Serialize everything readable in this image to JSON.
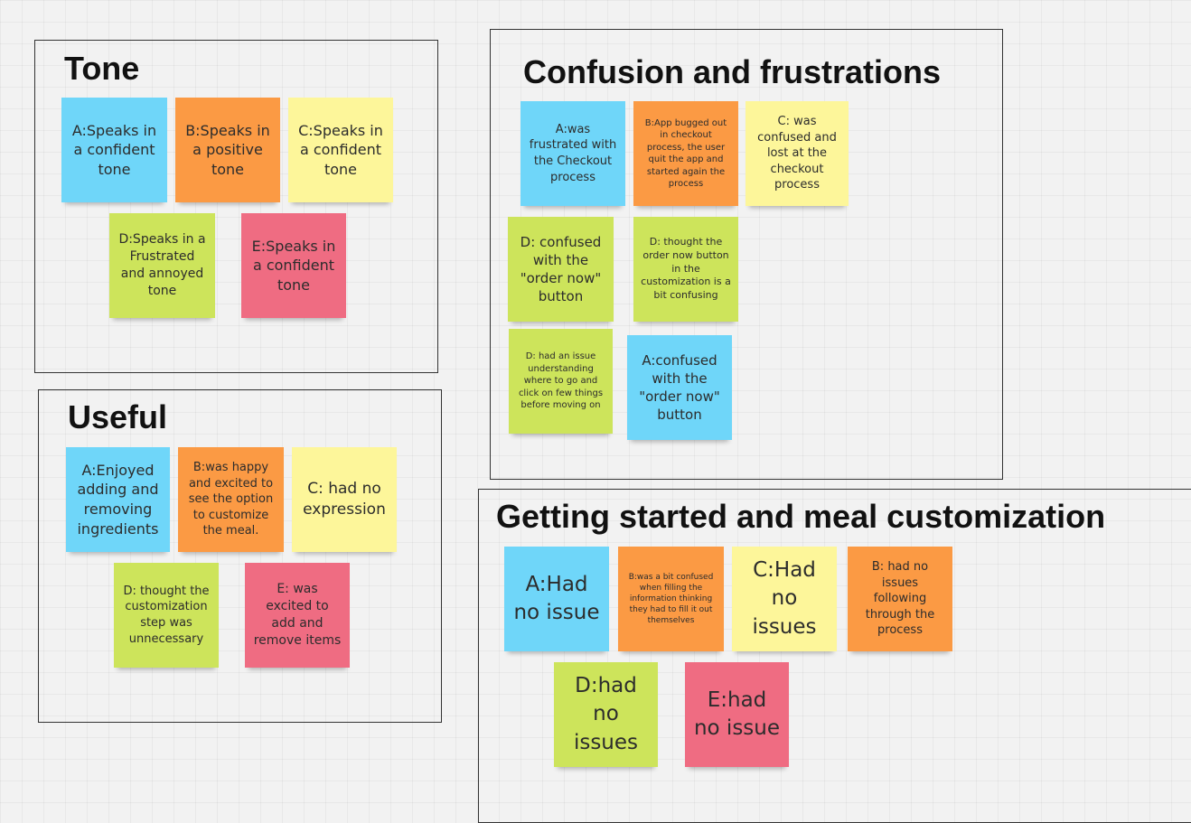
{
  "colors": {
    "blue": "#6fd6f9",
    "orange": "#fb9a44",
    "yellow": "#fdf69a",
    "green": "#cde45b",
    "pink": "#ef6c82",
    "frame_border": "#333333",
    "canvas_background": "#f2f2f2"
  },
  "tone": {
    "title": "Tone",
    "notes": [
      "A:Speaks in a confident tone",
      "B:Speaks in a positive tone",
      "C:Speaks in a confident tone",
      "D:Speaks in a Frustrated and annoyed tone",
      "E:Speaks in a confident tone"
    ]
  },
  "useful": {
    "title": "Useful",
    "notes": [
      "A:Enjoyed adding and removing ingredients",
      "B:was happy and excited to see the option to customize the meal.",
      "C: had no expression",
      "D: thought the customization step was unnecessary",
      "E: was excited to add and remove items"
    ]
  },
  "confusion": {
    "title": "Confusion and frustrations",
    "notes": [
      "A:was frustrated with the Checkout process",
      "B:App bugged out in checkout process, the user quit the app and started again the process",
      "C: was confused and lost at the checkout process",
      "D: confused with the \"order now\" button",
      "D: thought the order now button in the customization is a bit confusing",
      "D: had an issue understanding where to go and click on few things before moving on",
      "A:confused with the \"order now\" button"
    ]
  },
  "getting_started": {
    "title": "Getting started and meal customization",
    "notes": [
      "A:Had no issue",
      "B:was a bit confused when filling the information thinking they had to fill it out themselves",
      "C:Had no issues",
      "B: had no issues following through the process",
      "D:had no issues",
      "E:had no issue"
    ]
  }
}
